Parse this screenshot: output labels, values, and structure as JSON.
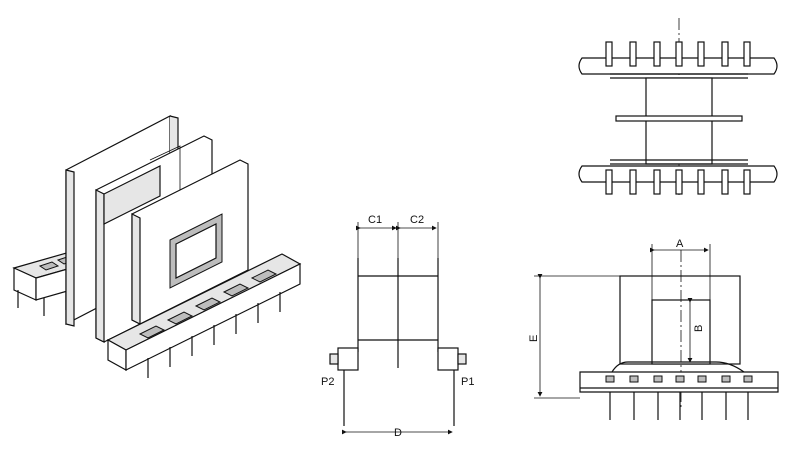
{
  "labels": {
    "c1": "C1",
    "c2": "C2",
    "p1": "P1",
    "p2": "P2",
    "d": "D",
    "a": "A",
    "b": "B",
    "e": "E"
  },
  "colors": {
    "line": "#111111",
    "background": "#ffffff"
  }
}
